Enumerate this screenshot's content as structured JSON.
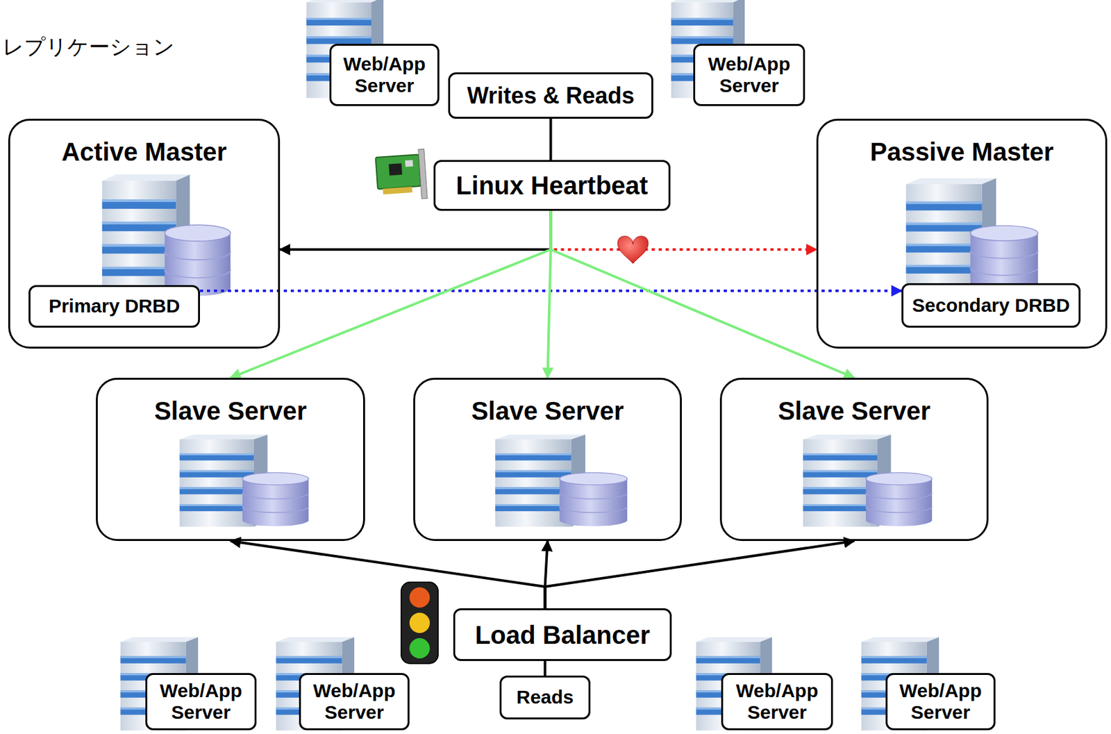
{
  "diagram": {
    "nodes": [
      {
        "text": [
          "Web/App Server"
        ]
      },
      {
        "text": [
          "Writes & Reads"
        ]
      },
      {
        "text": [
          "Web/App Server"
        ]
      },
      {
        "text": [
          "Active Master"
        ]
      },
      {
        "text": [
          "Primary DRBD"
        ],
        "in": 3
      },
      {
        "text": [
          "Linux Heartbeat"
        ]
      },
      {
        "text": [
          "Passive Master"
        ]
      },
      {
        "text": [
          "Secondary DRBD"
        ],
        "in": 6
      },
      {
        "text": [
          "Slave Server"
        ]
      },
      {
        "text": [
          "Slave Server"
        ]
      },
      {
        "text": [
          "Slave Server"
        ]
      },
      {
        "text": [
          "Web/App Server"
        ]
      },
      {
        "text": [
          "Web/App Server"
        ]
      },
      {
        "text": [
          "Load Balancer"
        ]
      },
      {
        "text": [
          "Reads"
        ]
      },
      {
        "text": [
          "Web/App Server"
        ]
      },
      {
        "text": [
          "Web/App Server"
        ]
      }
    ],
    "edges": [
      {
        "from": 1,
        "to": 5,
        "arrow": "none"
      },
      {
        "from": 5,
        "to": 3,
        "arrow": "to"
      },
      {
        "from": 5,
        "to": 6,
        "arrow": "to"
      },
      {
        "from": 4,
        "to": 7,
        "arrow": "to"
      },
      {
        "from": 5,
        "to": 8,
        "arrow": "to"
      },
      {
        "from": 5,
        "to": 9,
        "arrow": "to"
      },
      {
        "from": 5,
        "to": 10,
        "arrow": "to"
      },
      {
        "from": 13,
        "to": 8,
        "arrow": "to"
      },
      {
        "from": 13,
        "to": 9,
        "arrow": "to"
      },
      {
        "from": 13,
        "to": 10,
        "arrow": "to"
      },
      {
        "from": 14,
        "to": 13,
        "arrow": "none"
      }
    ],
    "labels": [
      "レプリケーション"
    ]
  }
}
